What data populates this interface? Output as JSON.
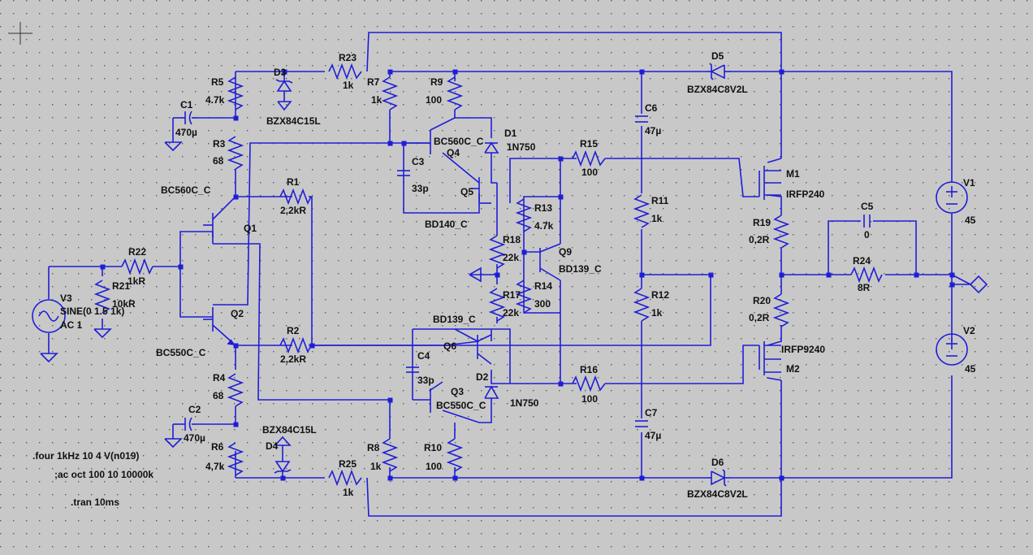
{
  "schematic": {
    "resistors": [
      {
        "ref": "R1",
        "value": "2,2kR"
      },
      {
        "ref": "R2",
        "value": "2,2kR"
      },
      {
        "ref": "R3",
        "value": "68"
      },
      {
        "ref": "R4",
        "value": "68"
      },
      {
        "ref": "R5",
        "value": "4.7k"
      },
      {
        "ref": "R6",
        "value": "4,7k"
      },
      {
        "ref": "R7",
        "value": "1k"
      },
      {
        "ref": "R8",
        "value": "1k"
      },
      {
        "ref": "R9",
        "value": "100"
      },
      {
        "ref": "R10",
        "value": "100"
      },
      {
        "ref": "R11",
        "value": "1k"
      },
      {
        "ref": "R12",
        "value": "1k"
      },
      {
        "ref": "R13",
        "value": "4.7k"
      },
      {
        "ref": "R14",
        "value": "300"
      },
      {
        "ref": "R15",
        "value": "100"
      },
      {
        "ref": "R16",
        "value": "100"
      },
      {
        "ref": "R17",
        "value": "22k"
      },
      {
        "ref": "R18",
        "value": "22k"
      },
      {
        "ref": "R19",
        "value": "0,2R"
      },
      {
        "ref": "R20",
        "value": "0,2R"
      },
      {
        "ref": "R21",
        "value": "10kR"
      },
      {
        "ref": "R22",
        "value": "1kR"
      },
      {
        "ref": "R23",
        "value": "1k"
      },
      {
        "ref": "R24",
        "value": "8R"
      },
      {
        "ref": "R25",
        "value": "1k"
      }
    ],
    "capacitors": [
      {
        "ref": "C1",
        "value": "470µ"
      },
      {
        "ref": "C2",
        "value": "470µ"
      },
      {
        "ref": "C3",
        "value": "33p"
      },
      {
        "ref": "C4",
        "value": "33p"
      },
      {
        "ref": "C5",
        "value": "0"
      },
      {
        "ref": "C6",
        "value": "47µ"
      },
      {
        "ref": "C7",
        "value": "47µ"
      }
    ],
    "transistors": [
      {
        "ref": "Q1",
        "model": "BC560C_C"
      },
      {
        "ref": "Q2",
        "model": "BC550C_C"
      },
      {
        "ref": "Q3",
        "model": "BC550C_C"
      },
      {
        "ref": "Q4",
        "model": "BC560C_C"
      },
      {
        "ref": "Q5",
        "model": "BD140_C"
      },
      {
        "ref": "Q6",
        "model": "BD139_C"
      },
      {
        "ref": "Q9",
        "model": "BD139_C"
      },
      {
        "ref": "M1",
        "model": "IRFP240"
      },
      {
        "ref": "M2",
        "model": "IRFP9240"
      }
    ],
    "diodes": [
      {
        "ref": "D1",
        "model": "1N750"
      },
      {
        "ref": "D2",
        "model": "1N750"
      },
      {
        "ref": "D3",
        "model": "BZX84C15L"
      },
      {
        "ref": "D4",
        "model": "BZX84C15L"
      },
      {
        "ref": "D5",
        "model": "BZX84C8V2L"
      },
      {
        "ref": "D6",
        "model": "BZX84C8V2L"
      }
    ],
    "sources": [
      {
        "ref": "V1",
        "value": "45"
      },
      {
        "ref": "V2",
        "value": "45"
      },
      {
        "ref": "V3",
        "value1": "SINE(0 1.5 1k)",
        "value2": "AC 1"
      }
    ],
    "directives": [
      ".four 1kHz 10 4 V(n019)",
      ";ac oct 100 10 10000k",
      ".tran 10ms"
    ]
  }
}
